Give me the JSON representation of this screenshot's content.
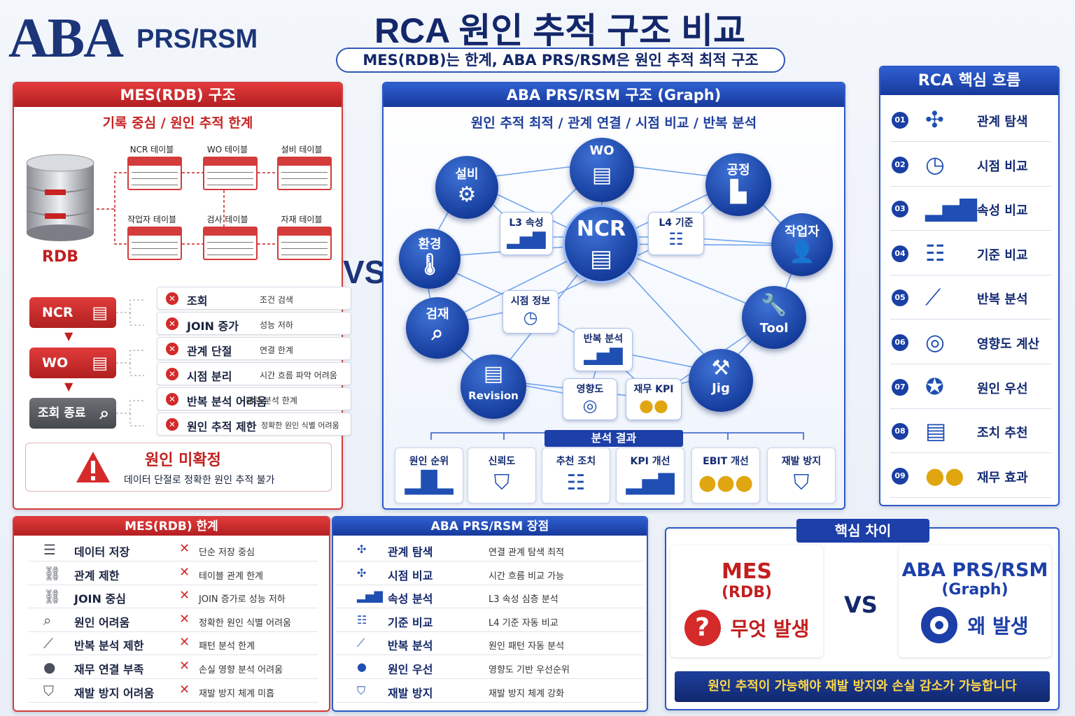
{
  "header": {
    "logo": "ABA",
    "logo_sub": "PRS/RSM",
    "title": "RCA 원인 추적 구조 비교",
    "subtitle": "MES(RDB)는 한계, ABA PRS/RSM은 원인 추적 최적 구조"
  },
  "mes_panel": {
    "title": "MES(RDB) 구조",
    "subtitle": "기록 중심 / 원인 추적 한계",
    "db_label": "RDB",
    "tables": [
      "NCR 테이블",
      "WO 테이블",
      "설비 테이블",
      "작업자 테이블",
      "검사 테이블",
      "자재 테이블"
    ],
    "flow": [
      "NCR",
      "WO",
      "조회 종료"
    ],
    "problems": [
      {
        "a": "조회",
        "b": "조건 검색"
      },
      {
        "a": "JOIN 증가",
        "b": "성능 저하"
      },
      {
        "a": "관계 단절",
        "b": "연결 한계"
      },
      {
        "a": "시점 분리",
        "b": "시간 흐름 파악 어려움"
      },
      {
        "a": "반복 분석 어려움",
        "b": "패턴 분석 한계"
      },
      {
        "a": "원인 추적 제한",
        "b": "정확한 원인 식별 어려움"
      }
    ],
    "warning_title": "원인 미확정",
    "warning_text": "데이터 단절로 정확한 원인 추적 불가"
  },
  "vs_label": "VS",
  "graph_panel": {
    "title": "ABA PRS/RSM 구조 (Graph)",
    "subtitle": "원인 추적 최적 / 관계 연결 / 시점 비교 / 반복 분석",
    "center": "NCR",
    "nodes": [
      "설비",
      "WO",
      "공정",
      "환경",
      "작업자",
      "검재",
      "Tool",
      "Revision",
      "Jig"
    ],
    "boxes": [
      "L3 속성",
      "L4 기준",
      "시점 정보",
      "반복 분석",
      "영향도",
      "재무 KPI"
    ],
    "result_title": "분석 결과",
    "results": [
      "원인 순위",
      "신뢰도",
      "추천 조치",
      "KPI 개선",
      "EBIT 개선",
      "재발 방지"
    ]
  },
  "rca_flow": {
    "title": "RCA 핵심 흐름",
    "items": [
      {
        "num": "01",
        "label": "관계 탐색",
        "icon": "network-icon"
      },
      {
        "num": "02",
        "label": "시점 비교",
        "icon": "clock-icon"
      },
      {
        "num": "03",
        "label": "속성 비교",
        "icon": "bar-chart-icon"
      },
      {
        "num": "04",
        "label": "기준 비교",
        "icon": "checklist-icon"
      },
      {
        "num": "05",
        "label": "반복 분석",
        "icon": "line-chart-icon"
      },
      {
        "num": "06",
        "label": "영향도 계산",
        "icon": "target-icon"
      },
      {
        "num": "07",
        "label": "원인 우선",
        "icon": "medal-icon"
      },
      {
        "num": "08",
        "label": "조치 추천",
        "icon": "clipboard-icon"
      },
      {
        "num": "09",
        "label": "재무 효과",
        "icon": "coins-icon"
      }
    ]
  },
  "mes_limits": {
    "title": "MES(RDB) 한계",
    "rows": [
      {
        "a": "데이터 저장",
        "b": "단순 저장 중심"
      },
      {
        "a": "관계 제한",
        "b": "테이블 관계 한계"
      },
      {
        "a": "JOIN 중심",
        "b": "JOIN 증가로 성능 저하"
      },
      {
        "a": "원인 어려움",
        "b": "정확한 원인 식별 어려움"
      },
      {
        "a": "반복 분석 제한",
        "b": "패턴 분석 한계"
      },
      {
        "a": "재무 연결 부족",
        "b": "손실 영향 분석 어려움"
      },
      {
        "a": "재발 방지 어려움",
        "b": "재발 방지 체계 미흡"
      }
    ]
  },
  "aba_adv": {
    "title": "ABA PRS/RSM 장점",
    "rows": [
      {
        "a": "관계 탐색",
        "b": "연결 관계 탐색 최적"
      },
      {
        "a": "시점 비교",
        "b": "시간 흐름 비교 가능"
      },
      {
        "a": "속성 분석",
        "b": "L3 속성 심층 분석"
      },
      {
        "a": "기준 비교",
        "b": "L4 기준 자동 비교"
      },
      {
        "a": "반복 분석",
        "b": "원인 패턴 자동 분석"
      },
      {
        "a": "원인 우선",
        "b": "영향도 기반 우선순위"
      },
      {
        "a": "재발 방지",
        "b": "재발 방지 체계 강화"
      }
    ]
  },
  "key_diff": {
    "title": "핵심 차이",
    "left_title": "MES",
    "left_sub": "(RDB)",
    "left_q": "무엇 발생",
    "vs": "VS",
    "right_title": "ABA PRS/RSM",
    "right_sub": "(Graph)",
    "right_q": "왜 발생",
    "banner": "원인 추적이 가능해야 재발 방지와 손실 감소가 가능합니다"
  },
  "colors": {
    "red": "#d43b3b",
    "blue": "#1c3fa8",
    "navy": "#13276a",
    "gold": "#ffd84a"
  }
}
